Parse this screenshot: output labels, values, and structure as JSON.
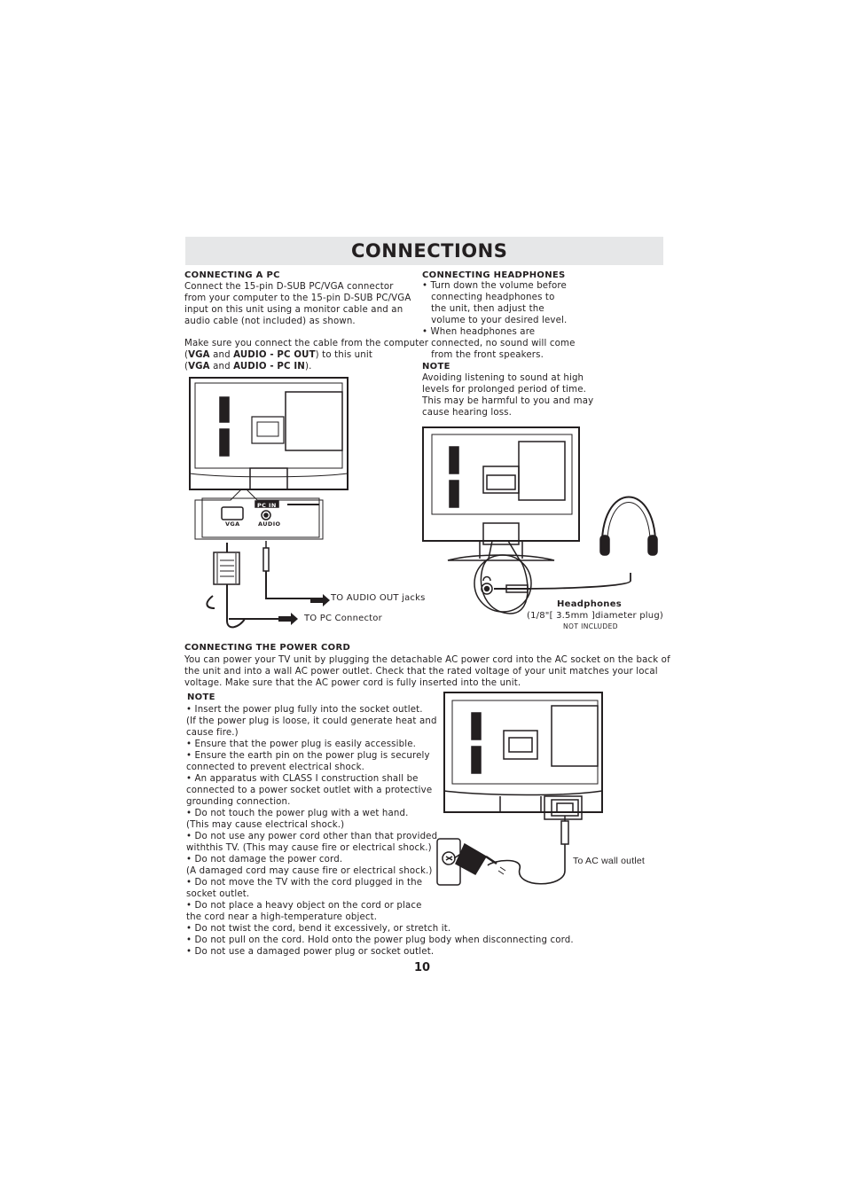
{
  "header": {
    "title": "CONNECTIONS"
  },
  "pc": {
    "heading": "CONNECTING A PC",
    "para1": [
      "Connect the 15-pin D-SUB PC/VGA connector",
      "from your computer to the 15-pin D-SUB PC/VGA",
      "input on this unit using a monitor cable and an",
      "audio cable (not included) as shown."
    ],
    "para2_line1": "Make sure you connect the cable from the computer",
    "para2_line2": {
      "open": "(",
      "b1": "VGA",
      "and": " and ",
      "b2": "AUDIO - PC OUT",
      "tail": ") to this unit"
    },
    "para2_line3": {
      "open": "(",
      "b1": "VGA",
      "and": " and ",
      "b2": "AUDIO - PC IN",
      "tail": ")."
    },
    "panel_labels": {
      "pcin": "PC IN",
      "vga": "VGA",
      "audio": "AUDIO"
    },
    "label_audio_out": "TO AUDIO OUT jacks",
    "label_pc_connector": "TO PC Connector"
  },
  "headphones": {
    "heading": "CONNECTING HEADPHONES",
    "bullets": [
      "• Turn down the volume before",
      "   connecting headphones to",
      "   the unit, then adjust the",
      "   volume to your desired level.",
      "• When headphones are",
      "   connected, no sound will come",
      "   from the front speakers."
    ],
    "note_heading": "NOTE",
    "note_lines": [
      "Avoiding listening to sound at high",
      "levels for prolonged period of time.",
      "This may be harmful to you and may",
      "cause hearing loss."
    ],
    "label_title": "Headphones",
    "label_spec": "(1/8\"[ 3.5mm ]diameter plug)",
    "label_note": "NOT INCLUDED"
  },
  "power": {
    "heading": "CONNECTING THE POWER CORD",
    "para": [
      "You can power your TV unit by plugging the detachable AC power cord into the AC socket on the back of",
      "the unit and into a wall AC power outlet. Check that the rated voltage of your unit matches your local",
      "voltage. Make sure that the AC power cord is fully inserted into the unit."
    ],
    "note_heading": "NOTE",
    "note_lines": [
      "• Insert the power plug fully into the socket outlet.",
      "(If the power plug is loose, it could generate heat and",
      "cause fire.)",
      "• Ensure that the power plug is easily accessible.",
      "• Ensure the earth pin on the power plug is securely",
      "connected to prevent electrical shock.",
      "• An apparatus with CLASS I construction shall be",
      "connected to a power socket outlet with a protective",
      "grounding connection.",
      "• Do not touch the power plug with a wet hand.",
      "(This may cause electrical shock.)",
      "• Do not use any power cord other than that provided",
      "withthis TV. (This may cause fire or electrical shock.)",
      "• Do not damage the power cord.",
      "(A damaged cord may cause fire or electrical shock.)",
      "• Do not move the TV with the cord plugged in the",
      "socket outlet.",
      "• Do not place a heavy object on the cord or place",
      "the cord near a high-temperature object.",
      "• Do not twist the cord, bend it excessively, or stretch it.",
      "• Do not pull on the cord. Hold onto the power plug body when disconnecting cord.",
      "• Do not use a damaged power plug or socket outlet."
    ],
    "label_wall": "To  AC  wall  outlet"
  },
  "footer": {
    "page_number": "10"
  }
}
